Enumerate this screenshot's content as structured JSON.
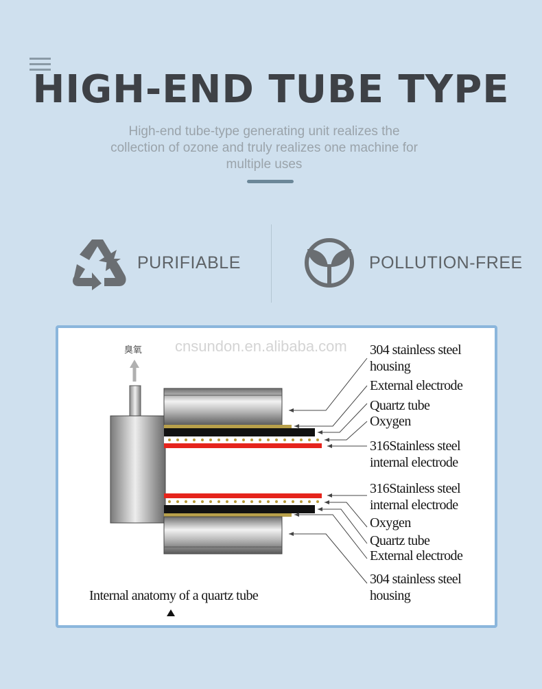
{
  "header": {
    "title": "HIGH-END TUBE TYPE",
    "subtitle": "High-end tube-type generating unit realizes the collection of ozone and truly realizes one machine for multiple uses"
  },
  "features": [
    {
      "label": "PURIFIABLE",
      "icon": "recycle-icon"
    },
    {
      "label": "POLLUTION-FREE",
      "icon": "leaf-sprout-icon"
    }
  ],
  "diagram": {
    "watermark": "cnsundon.en.alibaba.com",
    "outlet_label": "臭氧",
    "caption": "Internal anatomy of a quartz tube",
    "labels_top": [
      "304 stainless steel",
      "housing",
      "External electrode",
      "Quartz tube",
      "Oxygen",
      "316Stainless steel",
      "internal electrode"
    ],
    "labels_bottom": [
      "316Stainless steel",
      "internal electrode",
      "Oxygen",
      "Quartz tube",
      "External electrode",
      "304 stainless steel",
      "housing"
    ]
  },
  "colors": {
    "background": "#cfe0ee",
    "title": "#3e4146",
    "accent": "#6b8798",
    "panel_border": "#8bb6dc",
    "electrode_red": "#e5241c",
    "electrode_gold": "#b8a04a"
  }
}
